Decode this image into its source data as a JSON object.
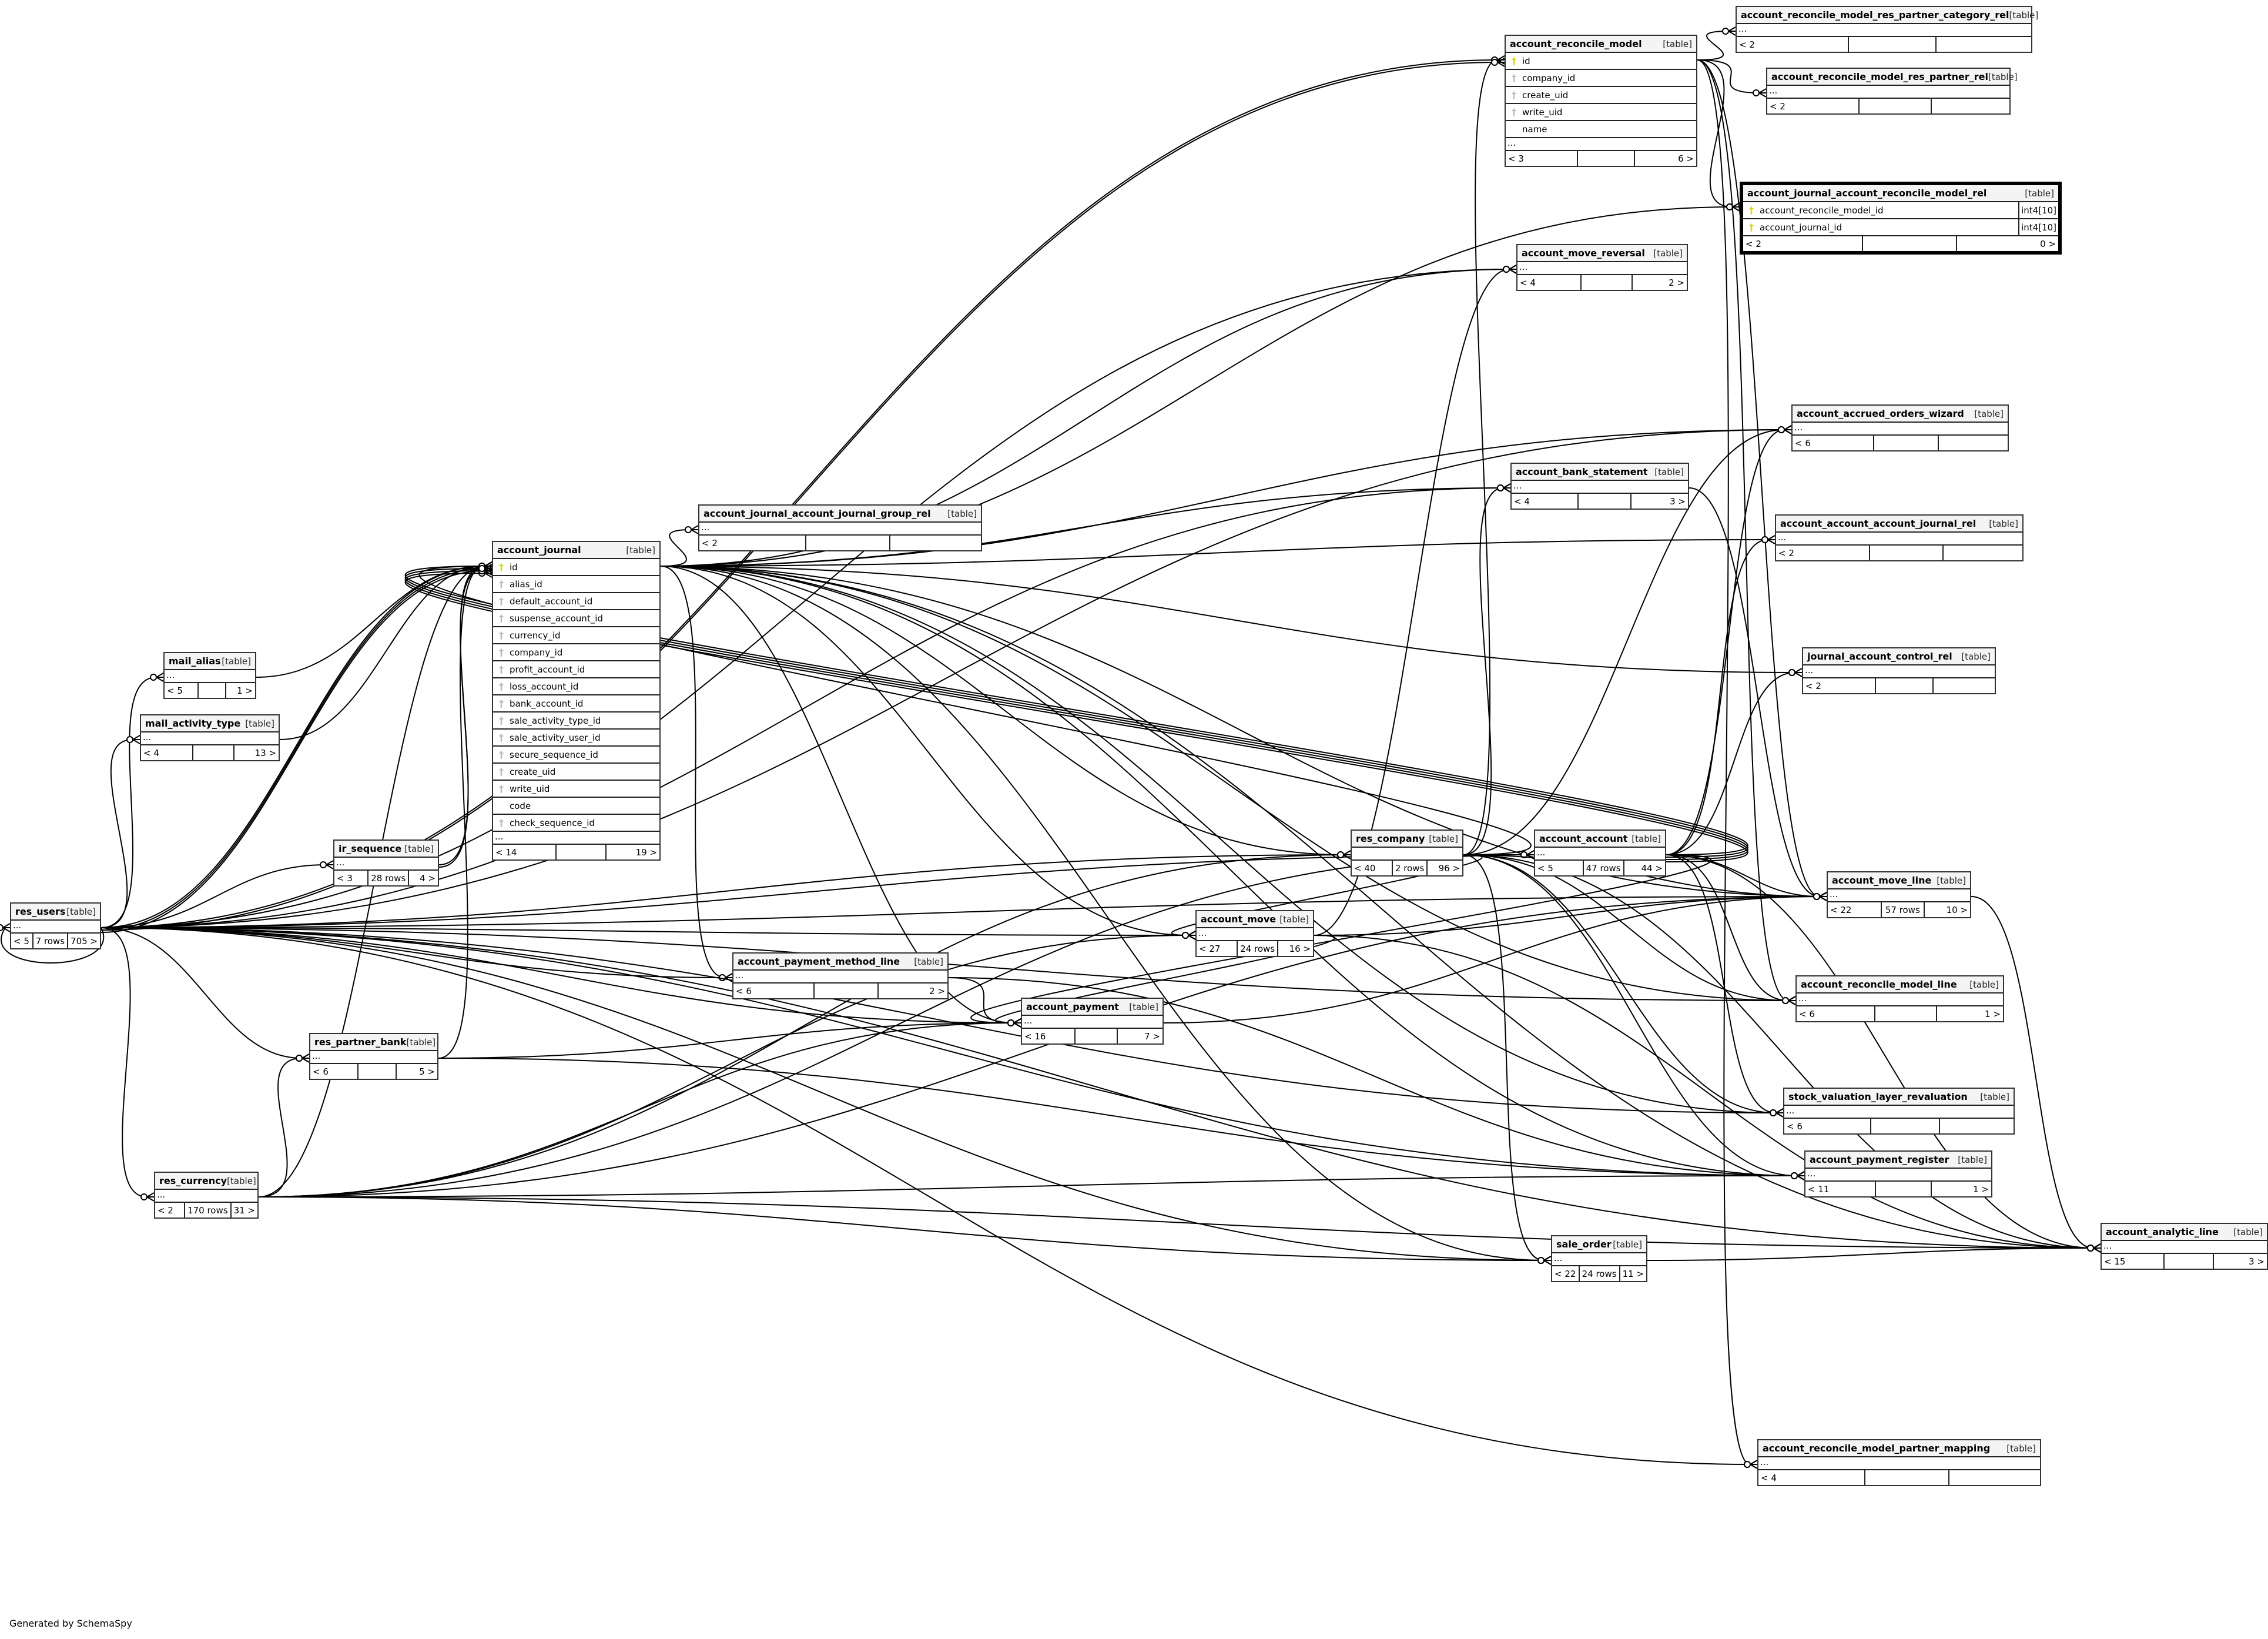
{
  "footer": "Generated by SchemaSpy",
  "type_label": "[table]",
  "colors": {
    "pk_key": "#d8d800",
    "fk_key": "#bbbbbb",
    "header_bg": "#f4f4f4",
    "edge": "#000000"
  },
  "tables": {
    "arm_res_partner_category_rel": {
      "name": "account_reconcile_model_res_partner_category_rel",
      "more": "...",
      "parents": "< 2",
      "rows": "",
      "children": ""
    },
    "account_reconcile_model": {
      "name": "account_reconcile_model",
      "columns": [
        {
          "name": "id",
          "key": "pk"
        },
        {
          "name": "company_id",
          "key": "fk"
        },
        {
          "name": "create_uid",
          "key": "fk"
        },
        {
          "name": "write_uid",
          "key": "fk"
        },
        {
          "name": "name",
          "key": ""
        }
      ],
      "more": "...",
      "parents": "< 3",
      "rows": "",
      "children": "6 >"
    },
    "arm_res_partner_rel": {
      "name": "account_reconcile_model_res_partner_rel",
      "more": "...",
      "parents": "< 2",
      "rows": "",
      "children": ""
    },
    "aj_arm_rel": {
      "name": "account_journal_account_reconcile_model_rel",
      "columns": [
        {
          "name": "account_reconcile_model_id",
          "key": "pk",
          "type": "int4[10]"
        },
        {
          "name": "account_journal_id",
          "key": "pk",
          "type": "int4[10]"
        }
      ],
      "parents": "< 2",
      "rows": "",
      "children": "0 >"
    },
    "account_move_reversal": {
      "name": "account_move_reversal",
      "more": "...",
      "parents": "< 4",
      "rows": "",
      "children": "2 >"
    },
    "account_accrued_orders_wizard": {
      "name": "account_accrued_orders_wizard",
      "more": "...",
      "parents": "< 6",
      "rows": "",
      "children": ""
    },
    "account_bank_statement": {
      "name": "account_bank_statement",
      "more": "...",
      "parents": "< 4",
      "rows": "",
      "children": "3 >"
    },
    "aj_ajg_rel": {
      "name": "account_journal_account_journal_group_rel",
      "more": "...",
      "parents": "< 2",
      "rows": "",
      "children": ""
    },
    "aa_aj_rel": {
      "name": "account_account_account_journal_rel",
      "more": "...",
      "parents": "< 2",
      "rows": "",
      "children": ""
    },
    "account_journal": {
      "name": "account_journal",
      "columns": [
        {
          "name": "id",
          "key": "pk"
        },
        {
          "name": "alias_id",
          "key": "fk"
        },
        {
          "name": "default_account_id",
          "key": "fk"
        },
        {
          "name": "suspense_account_id",
          "key": "fk"
        },
        {
          "name": "currency_id",
          "key": "fk"
        },
        {
          "name": "company_id",
          "key": "fk"
        },
        {
          "name": "profit_account_id",
          "key": "fk"
        },
        {
          "name": "loss_account_id",
          "key": "fk"
        },
        {
          "name": "bank_account_id",
          "key": "fk"
        },
        {
          "name": "sale_activity_type_id",
          "key": "fk"
        },
        {
          "name": "sale_activity_user_id",
          "key": "fk"
        },
        {
          "name": "secure_sequence_id",
          "key": "fk"
        },
        {
          "name": "create_uid",
          "key": "fk"
        },
        {
          "name": "write_uid",
          "key": "fk"
        },
        {
          "name": "code",
          "key": ""
        },
        {
          "name": "check_sequence_id",
          "key": "fk"
        }
      ],
      "more": "...",
      "parents": "< 14",
      "rows": "",
      "children": "19 >"
    },
    "journal_account_control_rel": {
      "name": "journal_account_control_rel",
      "more": "...",
      "parents": "< 2",
      "rows": "",
      "children": ""
    },
    "mail_alias": {
      "name": "mail_alias",
      "more": "...",
      "parents": "< 5",
      "rows": "",
      "children": "1 >"
    },
    "mail_activity_type": {
      "name": "mail_activity_type",
      "more": "...",
      "parents": "< 4",
      "rows": "",
      "children": "13 >"
    },
    "ir_sequence": {
      "name": "ir_sequence",
      "more": "...",
      "parents": "< 3",
      "rows": "28 rows",
      "children": "4 >"
    },
    "res_company": {
      "name": "res_company",
      "more": "",
      "parents": "< 40",
      "rows": "2 rows",
      "children": "96 >"
    },
    "account_account": {
      "name": "account_account",
      "more": "...",
      "parents": "< 5",
      "rows": "47 rows",
      "children": "44 >"
    },
    "account_move_line": {
      "name": "account_move_line",
      "more": "...",
      "parents": "< 22",
      "rows": "57 rows",
      "children": "10 >"
    },
    "res_users": {
      "name": "res_users",
      "more": "...",
      "parents": "< 5",
      "rows": "7 rows",
      "children": "705 >"
    },
    "account_move": {
      "name": "account_move",
      "more": "...",
      "parents": "< 27",
      "rows": "24 rows",
      "children": "16 >"
    },
    "account_payment_method_line": {
      "name": "account_payment_method_line",
      "more": "...",
      "parents": "< 6",
      "rows": "",
      "children": "2 >"
    },
    "account_reconcile_model_line": {
      "name": "account_reconcile_model_line",
      "more": "...",
      "parents": "< 6",
      "rows": "",
      "children": "1 >"
    },
    "account_payment": {
      "name": "account_payment",
      "more": "...",
      "parents": "< 16",
      "rows": "",
      "children": "7 >"
    },
    "res_partner_bank": {
      "name": "res_partner_bank",
      "more": "...",
      "parents": "< 6",
      "rows": "",
      "children": "5 >"
    },
    "stock_valuation_layer_revaluation": {
      "name": "stock_valuation_layer_revaluation",
      "more": "...",
      "parents": "< 6",
      "rows": "",
      "children": ""
    },
    "account_payment_register": {
      "name": "account_payment_register",
      "more": "...",
      "parents": "< 11",
      "rows": "",
      "children": "1 >"
    },
    "res_currency": {
      "name": "res_currency",
      "more": "...",
      "parents": "< 2",
      "rows": "170 rows",
      "children": "31 >"
    },
    "sale_order": {
      "name": "sale_order",
      "more": "...",
      "parents": "< 22",
      "rows": "24 rows",
      "children": "11 >"
    },
    "account_analytic_line": {
      "name": "account_analytic_line",
      "more": "...",
      "parents": "< 15",
      "rows": "",
      "children": "3 >"
    },
    "arm_partner_mapping": {
      "name": "account_reconcile_model_partner_mapping",
      "more": "...",
      "parents": "< 4",
      "rows": "",
      "children": ""
    }
  },
  "relationships": [
    [
      "account_reconcile_model",
      "arm_res_partner_category_rel"
    ],
    [
      "account_reconcile_model",
      "arm_res_partner_rel"
    ],
    [
      "account_reconcile_model",
      "aj_arm_rel"
    ],
    [
      "account_journal",
      "aj_arm_rel"
    ],
    [
      "account_reconcile_model",
      "account_reconcile_model_line"
    ],
    [
      "account_reconcile_model",
      "arm_partner_mapping"
    ],
    [
      "account_reconcile_model",
      "account_move_line"
    ],
    [
      "res_company",
      "account_reconcile_model"
    ],
    [
      "res_users",
      "account_reconcile_model"
    ],
    [
      "res_users",
      "account_reconcile_model"
    ],
    [
      "mail_alias",
      "account_journal"
    ],
    [
      "account_account",
      "account_journal"
    ],
    [
      "account_account",
      "account_journal"
    ],
    [
      "res_currency",
      "account_journal"
    ],
    [
      "res_company",
      "account_journal"
    ],
    [
      "account_account",
      "account_journal"
    ],
    [
      "account_account",
      "account_journal"
    ],
    [
      "res_partner_bank",
      "account_journal"
    ],
    [
      "mail_activity_type",
      "account_journal"
    ],
    [
      "res_users",
      "account_journal"
    ],
    [
      "ir_sequence",
      "account_journal"
    ],
    [
      "res_users",
      "account_journal"
    ],
    [
      "res_users",
      "account_journal"
    ],
    [
      "ir_sequence",
      "account_journal"
    ],
    [
      "account_journal",
      "aj_ajg_rel"
    ],
    [
      "account_journal",
      "aa_aj_rel"
    ],
    [
      "account_journal",
      "journal_account_control_rel"
    ],
    [
      "account_journal",
      "account_move"
    ],
    [
      "account_journal",
      "account_move_line"
    ],
    [
      "account_journal",
      "account_payment"
    ],
    [
      "account_journal",
      "account_payment_method_line"
    ],
    [
      "account_journal",
      "account_bank_statement"
    ],
    [
      "account_journal",
      "account_move_reversal"
    ],
    [
      "account_journal",
      "account_accrued_orders_wizard"
    ],
    [
      "account_journal",
      "account_payment_register"
    ],
    [
      "account_journal",
      "stock_valuation_layer_revaluation"
    ],
    [
      "account_journal",
      "sale_order"
    ],
    [
      "account_journal",
      "account_analytic_line"
    ],
    [
      "account_journal",
      "res_company"
    ],
    [
      "account_journal",
      "account_reconcile_model_line"
    ],
    [
      "res_users",
      "mail_alias"
    ],
    [
      "res_users",
      "mail_activity_type"
    ],
    [
      "res_users",
      "ir_sequence"
    ],
    [
      "res_users",
      "res_partner_bank"
    ],
    [
      "res_users",
      "res_currency"
    ],
    [
      "res_users",
      "res_company"
    ],
    [
      "res_users",
      "account_account"
    ],
    [
      "res_users",
      "account_move"
    ],
    [
      "res_users",
      "account_move_line"
    ],
    [
      "res_users",
      "account_payment"
    ],
    [
      "res_users",
      "account_payment_method_line"
    ],
    [
      "res_users",
      "account_bank_statement"
    ],
    [
      "res_users",
      "account_move_reversal"
    ],
    [
      "res_users",
      "account_accrued_orders_wizard"
    ],
    [
      "res_users",
      "account_payment_register"
    ],
    [
      "res_users",
      "stock_valuation_layer_revaluation"
    ],
    [
      "res_users",
      "sale_order"
    ],
    [
      "res_users",
      "account_analytic_line"
    ],
    [
      "res_users",
      "account_reconcile_model_line"
    ],
    [
      "res_users",
      "arm_partner_mapping"
    ],
    [
      "res_users",
      "res_users"
    ],
    [
      "res_currency",
      "res_company"
    ],
    [
      "res_currency",
      "account_account"
    ],
    [
      "res_currency",
      "account_move"
    ],
    [
      "res_currency",
      "account_move_line"
    ],
    [
      "res_currency",
      "account_payment"
    ],
    [
      "res_currency",
      "account_payment_register"
    ],
    [
      "res_currency",
      "sale_order"
    ],
    [
      "res_currency",
      "account_analytic_line"
    ],
    [
      "res_currency",
      "res_partner_bank"
    ],
    [
      "res_partner_bank",
      "account_payment"
    ],
    [
      "res_partner_bank",
      "account_payment_register"
    ],
    [
      "res_company",
      "account_account"
    ],
    [
      "res_company",
      "account_move"
    ],
    [
      "res_company",
      "account_move_line"
    ],
    [
      "res_company",
      "account_payment_register"
    ],
    [
      "res_company",
      "sale_order"
    ],
    [
      "res_company",
      "account_analytic_line"
    ],
    [
      "res_company",
      "account_reconcile_model_line"
    ],
    [
      "res_company",
      "account_bank_statement"
    ],
    [
      "res_company",
      "account_accrued_orders_wizard"
    ],
    [
      "res_company",
      "stock_valuation_layer_revaluation"
    ],
    [
      "account_account",
      "account_move_line"
    ],
    [
      "account_account",
      "account_reconcile_model_line"
    ],
    [
      "account_account",
      "account_accrued_orders_wizard"
    ],
    [
      "account_account",
      "aa_aj_rel"
    ],
    [
      "account_account",
      "journal_account_control_rel"
    ],
    [
      "account_account",
      "stock_valuation_layer_revaluation"
    ],
    [
      "account_account",
      "account_analytic_line"
    ],
    [
      "account_account",
      "account_payment"
    ],
    [
      "account_move",
      "account_move_line"
    ],
    [
      "account_move",
      "account_payment"
    ],
    [
      "account_move",
      "account_move_reversal"
    ],
    [
      "account_move",
      "account_analytic_line"
    ],
    [
      "account_payment_method_line",
      "account_payment"
    ],
    [
      "account_payment_method_line",
      "account_payment_register"
    ],
    [
      "account_payment",
      "account_move_line"
    ],
    [
      "account_bank_statement",
      "account_move_line"
    ],
    [
      "account_move_line",
      "account_analytic_line"
    ],
    [
      "sale_order",
      "account_analytic_line"
    ]
  ]
}
